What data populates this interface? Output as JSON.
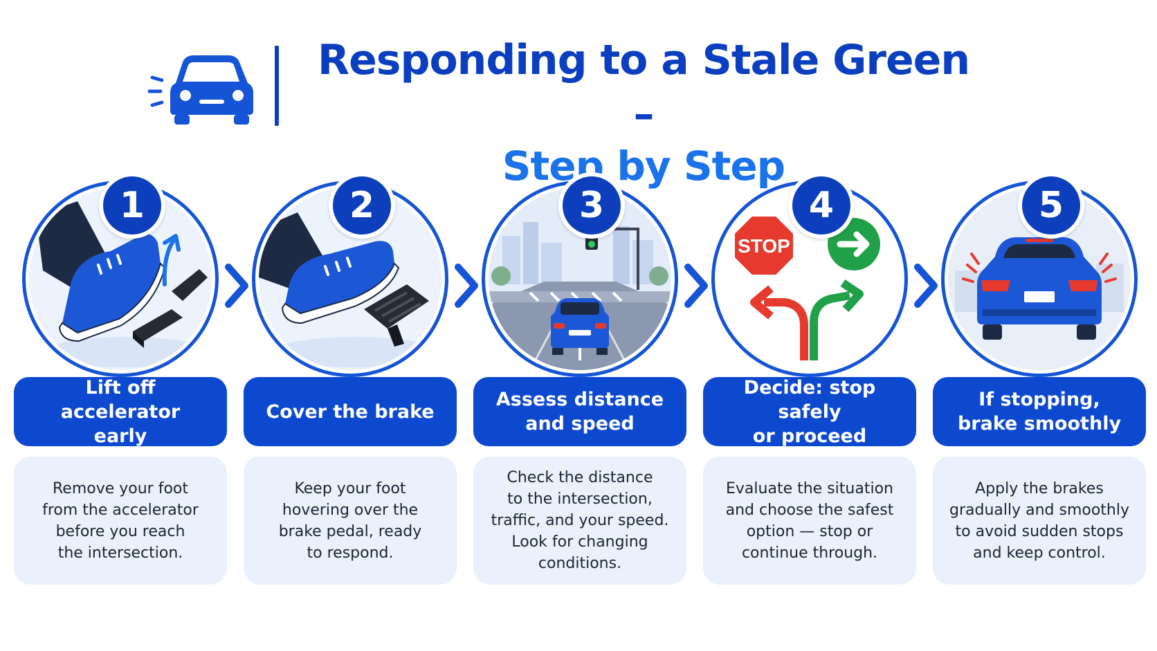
{
  "header": {
    "title_line1": "Responding to a Stale Green –",
    "title_line2": "Step by Step",
    "icon": "car-icon"
  },
  "colors": {
    "primary": "#0d49cf",
    "dark_blue": "#0b3fbf",
    "bright_blue": "#1a73ea",
    "panel": "#eaf1fc",
    "traffic_red": "#e63a2e",
    "traffic_green": "#21a04a"
  },
  "steps": [
    {
      "number": "1",
      "label": "Lift off accelerator\nearly",
      "description": "Remove your foot\nfrom the accelerator\nbefore you reach\nthe intersection.",
      "icon": "foot-lifting-off-pedal-icon"
    },
    {
      "number": "2",
      "label": "Cover the brake",
      "description": "Keep your foot\nhovering over the\nbrake pedal, ready\nto respond.",
      "icon": "foot-over-brake-icon"
    },
    {
      "number": "3",
      "label": "Assess distance\nand speed",
      "description": "Check the distance\nto the intersection,\ntraffic, and your speed.\nLook for changing\nconditions.",
      "icon": "car-approaching-intersection-icon"
    },
    {
      "number": "4",
      "label": "Decide: stop safely\nor proceed",
      "description": "Evaluate the situation\nand choose the safest\noption — stop or\ncontinue through.",
      "icon": "stop-or-proceed-icon",
      "stop_sign_text": "STOP"
    },
    {
      "number": "5",
      "label": "If stopping,\nbrake smoothly",
      "description": "Apply the brakes\ngradually and smoothly\nto avoid sudden stops\nand keep control.",
      "icon": "car-braking-icon"
    }
  ]
}
